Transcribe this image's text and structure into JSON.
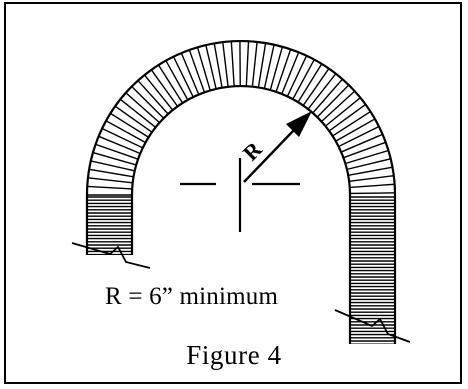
{
  "diagram": {
    "radius_label": "R",
    "note": "R = 6” minimum",
    "caption": "Figure 4",
    "colors": {
      "ink": "#000000",
      "background": "#ffffff"
    }
  }
}
